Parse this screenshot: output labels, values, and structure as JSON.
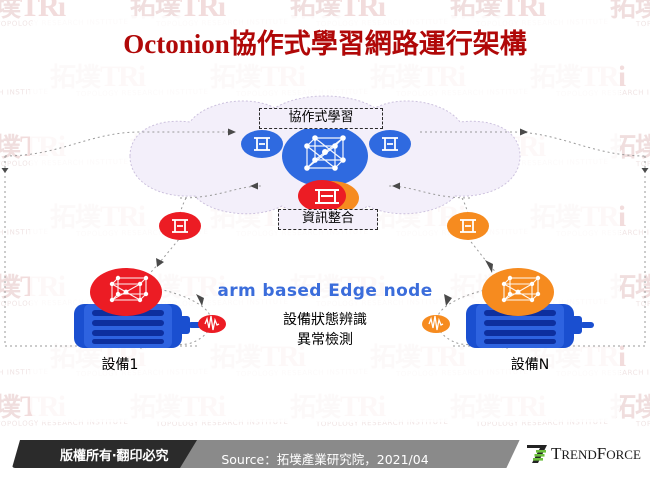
{
  "title": "Octonion協作式學習網路運行架構",
  "diagram": {
    "collab_label": "協作式學習",
    "fusion_label": "資訊整合",
    "edge_node_label": "arm based Edge node",
    "detection_label": "設備狀態辨識\n異常檢測",
    "device_left_label": "設備1",
    "device_right_label": "設備N",
    "colors": {
      "cloud_fill": "#f3effa",
      "cloud_stroke": "#c9bede",
      "center_node": "#2f6ae0",
      "gateway_blue": "#2f6ae0",
      "gateway_red": "#ec1c24",
      "gateway_orange": "#f68b1f",
      "device_body": "#1a4fd0",
      "device_shade": "#0d2f9e",
      "fusion_node_red": "#ec1c24",
      "fusion_node_orange": "#f68b1f",
      "edge_text": "#3b6ddb",
      "title_red": "#b00808"
    }
  },
  "footer": {
    "copyright": "版權所有‧翻印必究",
    "source": "Source：拓墣產業研究院，2021/04",
    "brand_trend": "T",
    "brand_rend": "REND",
    "brand_f": "F",
    "brand_orce": "ORCE"
  },
  "watermark": {
    "cn": "拓墣",
    "tri": "TRi",
    "sub": "TOPOLOGY RESEARCH INSTITUTE"
  }
}
